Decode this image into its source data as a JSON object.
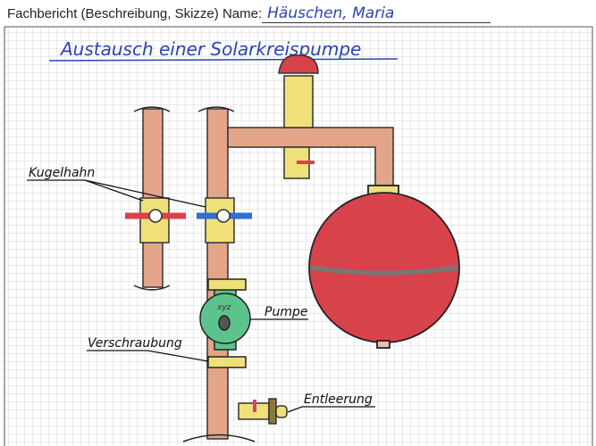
{
  "header": {
    "label": "Fachbericht (Beschreibung, Skizze) Name:",
    "name": "Häuschen, Maria"
  },
  "sketch": {
    "title": "Austausch einer Solarkreispumpe",
    "labels": {
      "ball_valve": "Kugelhahn",
      "pump": "Pumpe",
      "union": "Verschraubung",
      "drain": "Entleerung",
      "pump_marking": "xyz"
    }
  },
  "colors": {
    "pipe": "#e3a58a",
    "fitting": "#efe07a",
    "pump": "#5cc38c",
    "vessel": "#d8434b",
    "ink": "#2a45b0"
  }
}
